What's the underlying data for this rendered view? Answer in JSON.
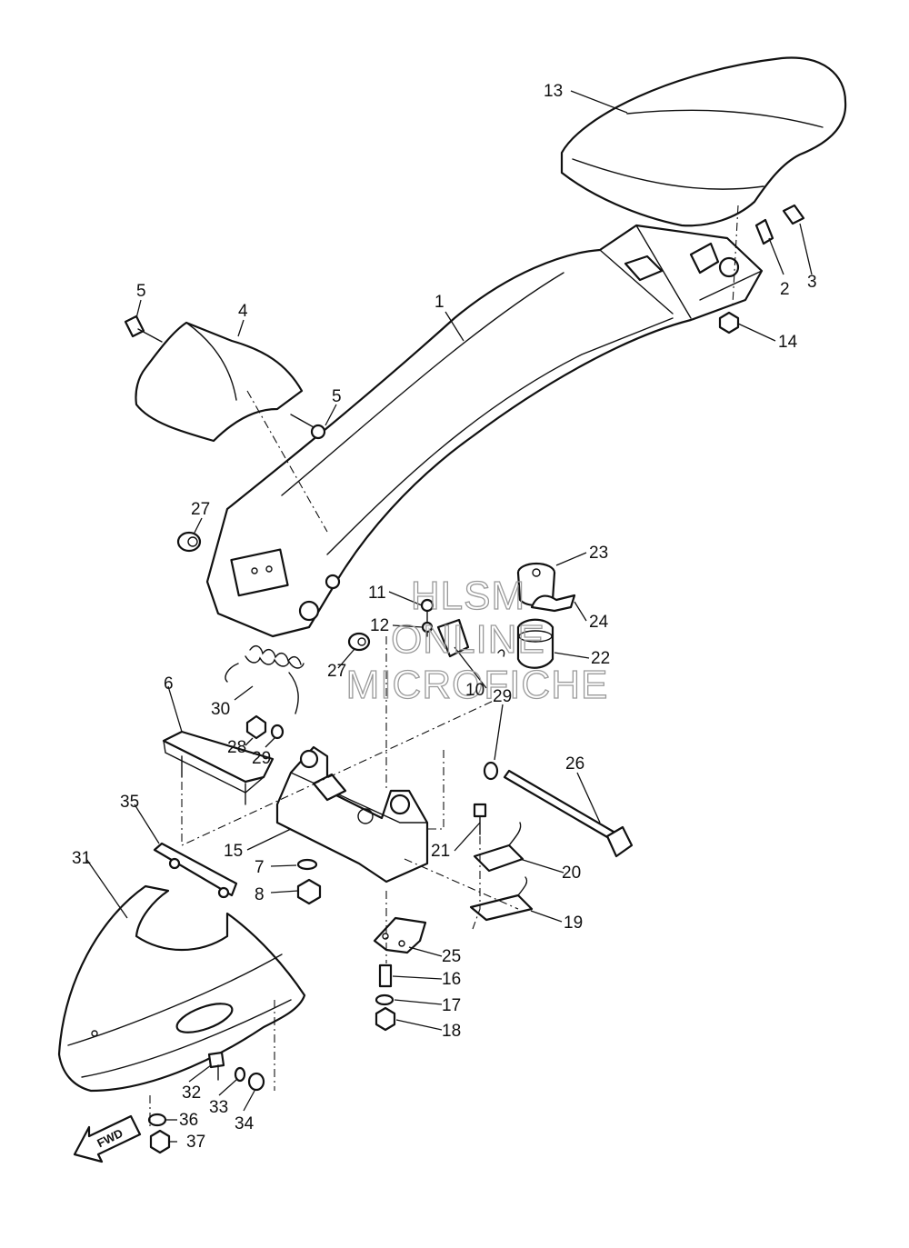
{
  "watermark": [
    "HLSM",
    "ONLINE",
    "MICROFICHE"
  ],
  "direction_label": "FWD",
  "callouts": [
    {
      "id": "c13",
      "text": "13"
    },
    {
      "id": "c2",
      "text": "2"
    },
    {
      "id": "c3",
      "text": "3"
    },
    {
      "id": "c14",
      "text": "14"
    },
    {
      "id": "c1",
      "text": "1"
    },
    {
      "id": "c5a",
      "text": "5"
    },
    {
      "id": "c4",
      "text": "4"
    },
    {
      "id": "c5b",
      "text": "5"
    },
    {
      "id": "c27a",
      "text": "27"
    },
    {
      "id": "c23",
      "text": "23"
    },
    {
      "id": "c11",
      "text": "11"
    },
    {
      "id": "c24",
      "text": "24"
    },
    {
      "id": "c12",
      "text": "12"
    },
    {
      "id": "c22",
      "text": "22"
    },
    {
      "id": "c27b",
      "text": "27"
    },
    {
      "id": "c10",
      "text": "10"
    },
    {
      "id": "c30",
      "text": "30"
    },
    {
      "id": "c6",
      "text": "6"
    },
    {
      "id": "c29a",
      "text": "29"
    },
    {
      "id": "c28",
      "text": "28"
    },
    {
      "id": "c29b",
      "text": "29"
    },
    {
      "id": "c26",
      "text": "26"
    },
    {
      "id": "c35",
      "text": "35"
    },
    {
      "id": "c21",
      "text": "21"
    },
    {
      "id": "c15",
      "text": "15"
    },
    {
      "id": "c31",
      "text": "31"
    },
    {
      "id": "c20",
      "text": "20"
    },
    {
      "id": "c7",
      "text": "7"
    },
    {
      "id": "c8",
      "text": "8"
    },
    {
      "id": "c19",
      "text": "19"
    },
    {
      "id": "c25",
      "text": "25"
    },
    {
      "id": "c16",
      "text": "16"
    },
    {
      "id": "c17",
      "text": "17"
    },
    {
      "id": "c18",
      "text": "18"
    },
    {
      "id": "c32",
      "text": "32"
    },
    {
      "id": "c33",
      "text": "33"
    },
    {
      "id": "c34",
      "text": "34"
    },
    {
      "id": "c36",
      "text": "36"
    },
    {
      "id": "c37",
      "text": "37"
    }
  ]
}
